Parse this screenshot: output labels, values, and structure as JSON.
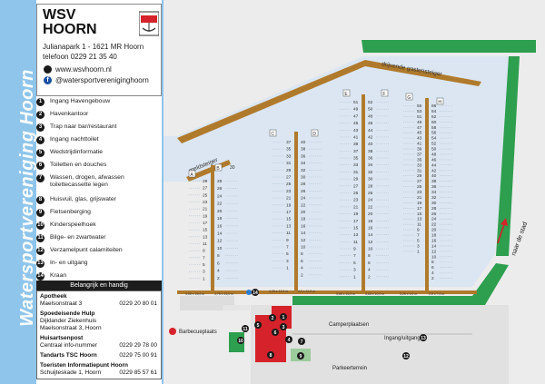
{
  "sidebar_title": "Watersportvereniging Hoorn",
  "logo": {
    "line1": "WSV",
    "line2": "HOORN"
  },
  "address": {
    "street": "Julianapark 1 - 1621 MR  Hoorn",
    "phone": "telefoon  0229 21 35 40"
  },
  "web": {
    "site": "www.wsvhoorn.nl",
    "facebook": "@watersportvereniginghoorn"
  },
  "legend": [
    {
      "num": "1",
      "label": "Ingang Havengebouw"
    },
    {
      "num": "2",
      "label": "Havenkantoor"
    },
    {
      "num": "3",
      "label": "Trap naar bar/restaurant"
    },
    {
      "num": "4",
      "label": "Ingang nachttoilet"
    },
    {
      "num": "5",
      "label": "Wedstrijdinformatie"
    },
    {
      "num": "6",
      "label": "Toiletten en douches"
    },
    {
      "num": "7",
      "label": "Wassen, drogen, afwassen toilettecassette legen"
    },
    {
      "num": "8",
      "label": "Huisvuil, glas, grijswater"
    },
    {
      "num": "9",
      "label": "Fietsenberging"
    },
    {
      "num": "10",
      "label": "Kinderspeelhoek"
    },
    {
      "num": "11",
      "label": "Bilge- en zwartwater"
    },
    {
      "num": "12",
      "label": "Verzamelpunt calamiteiten"
    },
    {
      "num": "13",
      "label": "In- en uitgang"
    },
    {
      "num": "14",
      "label": "Kraan"
    }
  ],
  "handig": {
    "header": "Belangrijk en handig",
    "items": [
      {
        "title": "Apotheek",
        "lines": [
          "Maelsonstraat 3"
        ],
        "phone": "0229 20 80 01"
      },
      {
        "title": "Spoedeisende Hulp",
        "lines": [
          "Dijklander Ziekenhuis",
          "Maelsonstraat 3, Hoorn"
        ],
        "phone": ""
      },
      {
        "title": "Huisartsenpost",
        "lines": [
          "Centraal info-nummer"
        ],
        "phone": "0229 29 78 00"
      },
      {
        "title": "Tandarts TSC Hoorn",
        "lines": [],
        "phone": "0229 75 00 91"
      },
      {
        "title": "Toeristen Informatiepunt Hoorn",
        "lines": [
          "Schuijteskade 1, Hoorn"
        ],
        "phone": "0229 85 57 61"
      }
    ]
  },
  "map": {
    "drijvende": "drijvende gastensteiger",
    "meldsteiger": "meldsteiger",
    "naar_de_stad": "naar de stad",
    "barbecue": "Barbecueplaats",
    "camper": "Camperplaatsen",
    "ingang": "Ingang/uitgang",
    "parkeer": "Parkeerterrein",
    "piers": [
      {
        "id": "A",
        "label_a": "A",
        "label_b": "B",
        "top": "30",
        "left_nums": [
          "29",
          "27",
          "25",
          "23",
          "21",
          "19",
          "17",
          "15",
          "13",
          "11",
          "9",
          "7",
          "5",
          "3",
          "1"
        ],
        "right_nums": [
          "28",
          "26",
          "24",
          "22",
          "20",
          "18",
          "16",
          "14",
          "12",
          "10",
          "8",
          "6",
          "4",
          "2"
        ],
        "size": "4,55 x 15,0 m",
        "size2": "4,75 x 15,0 m"
      },
      {
        "id": "C",
        "label_a": "C",
        "label_b": "D",
        "left_nums": [
          "37",
          "35",
          "33",
          "31",
          "29",
          "27",
          "25",
          "23",
          "21",
          "19",
          "17",
          "15",
          "13",
          "11",
          "9",
          "7",
          "5",
          "3",
          "1"
        ],
        "right_nums": [
          "40",
          "38",
          "36",
          "34",
          "32",
          "30",
          "28",
          "26",
          "24",
          "22",
          "20",
          "18",
          "16",
          "14",
          "12",
          "10",
          "8",
          "6",
          "4",
          "2"
        ],
        "size": "4,25 x 12,0 m",
        "size2": "4,0 x 11,5 m"
      },
      {
        "id": "E",
        "label_a": "E",
        "label_b": "F",
        "left_nums": [
          "51",
          "49",
          "47",
          "45",
          "43",
          "41",
          "39",
          "37",
          "35",
          "33",
          "31",
          "29",
          "27",
          "25",
          "23",
          "21",
          "19",
          "17",
          "15",
          "13",
          "11",
          "9",
          "7",
          "5",
          "3",
          "1"
        ],
        "right_nums": [
          "52",
          "50",
          "48",
          "46",
          "44",
          "42",
          "40",
          "38",
          "36",
          "34",
          "32",
          "30",
          "28",
          "26",
          "24",
          "22",
          "20",
          "18",
          "16",
          "14",
          "12",
          "10",
          "8",
          "6",
          "4",
          "2"
        ],
        "size": "3,65 x 15,0 m",
        "size2": "3,65 x 10,0 m"
      },
      {
        "id": "G",
        "label_a": "G",
        "label_b": "H",
        "left_nums": [
          "55",
          "53",
          "51",
          "49",
          "47",
          "45",
          "43",
          "41",
          "39",
          "37",
          "35",
          "33",
          "31",
          "29",
          "27",
          "25",
          "23",
          "21",
          "19",
          "17",
          "15",
          "13",
          "11",
          "9",
          "7",
          "5",
          "3",
          "1"
        ],
        "right_nums": [
          "66",
          "64",
          "62",
          "60",
          "58",
          "56",
          "54",
          "52",
          "50",
          "48",
          "46",
          "44",
          "42",
          "40",
          "38",
          "36",
          "34",
          "32",
          "30",
          "28",
          "26",
          "24",
          "22",
          "20",
          "18",
          "16",
          "14",
          "12",
          "10",
          "8",
          "6",
          "4",
          "2"
        ],
        "size": "3,25 x 9,0 m",
        "size2": "2,5 x 7,0 m"
      }
    ],
    "markers": [
      "1",
      "2",
      "3",
      "4",
      "5",
      "6",
      "7",
      "8",
      "9",
      "10",
      "11",
      "12",
      "13",
      "14"
    ]
  },
  "colors": {
    "water": "#dbe6f2",
    "blue_band": "#8fc5ea",
    "green": "#2e9e4f",
    "pier": "#b07a2c",
    "building": "#d6222b",
    "land": "#dcdcdc"
  }
}
